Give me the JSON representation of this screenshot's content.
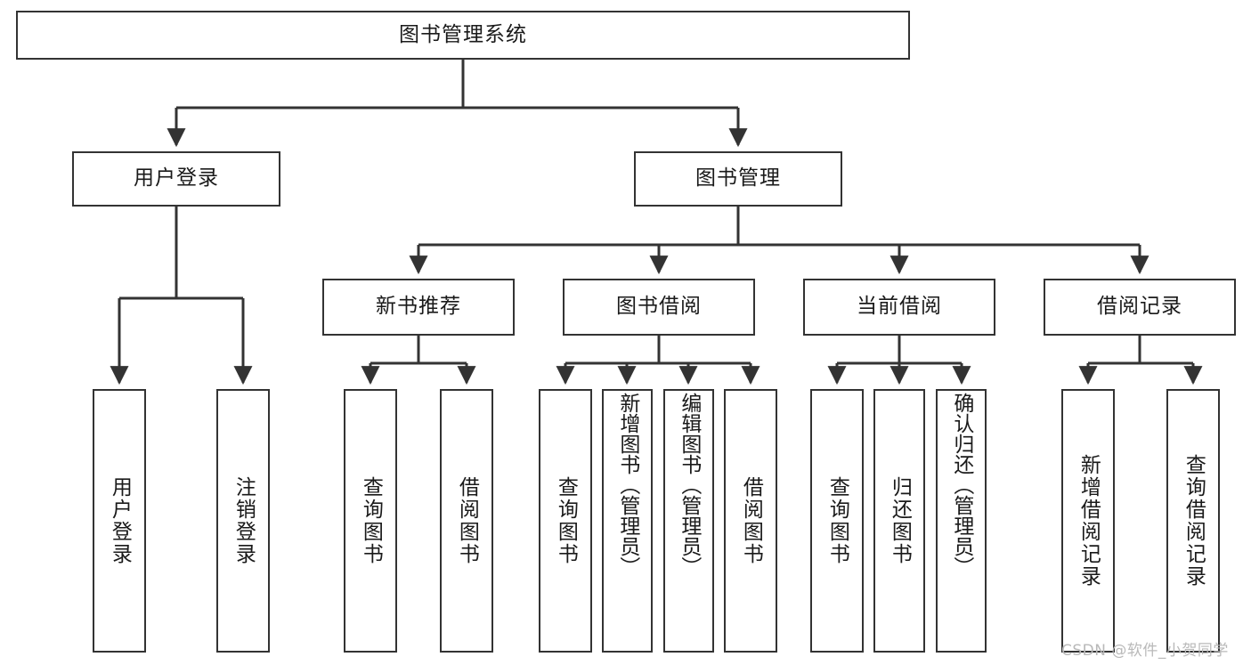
{
  "diagram": {
    "title": "图书管理系统",
    "type": "tree-structure-chart",
    "stroke_color": "#333333",
    "fill_color": "#ffffff",
    "text_color": "#1a1a1a"
  },
  "root": {
    "label": "图书管理系统"
  },
  "level2": [
    {
      "label": "用户登录"
    },
    {
      "label": "图书管理"
    }
  ],
  "level3": [
    {
      "label": "新书推荐"
    },
    {
      "label": "图书借阅"
    },
    {
      "label": "当前借阅"
    },
    {
      "label": "借阅记录"
    }
  ],
  "leaves": {
    "user_login": [
      {
        "label": "用户登录"
      },
      {
        "label": "注销登录"
      }
    ],
    "new_book": [
      {
        "label": "查询图书"
      },
      {
        "label": "借阅图书"
      }
    ],
    "borrow": [
      {
        "label": "查询图书"
      },
      {
        "label": "新增图书（管理员）"
      },
      {
        "label": "编辑图书（管理员）"
      },
      {
        "label": "借阅图书"
      }
    ],
    "current": [
      {
        "label": "查询图书"
      },
      {
        "label": "归还图书"
      },
      {
        "label": "确认归还（管理员）"
      }
    ],
    "records": [
      {
        "label": "新增借阅记录"
      },
      {
        "label": "查询借阅记录"
      }
    ]
  },
  "watermark": {
    "text": "CSDN @软件_小贺同学"
  }
}
